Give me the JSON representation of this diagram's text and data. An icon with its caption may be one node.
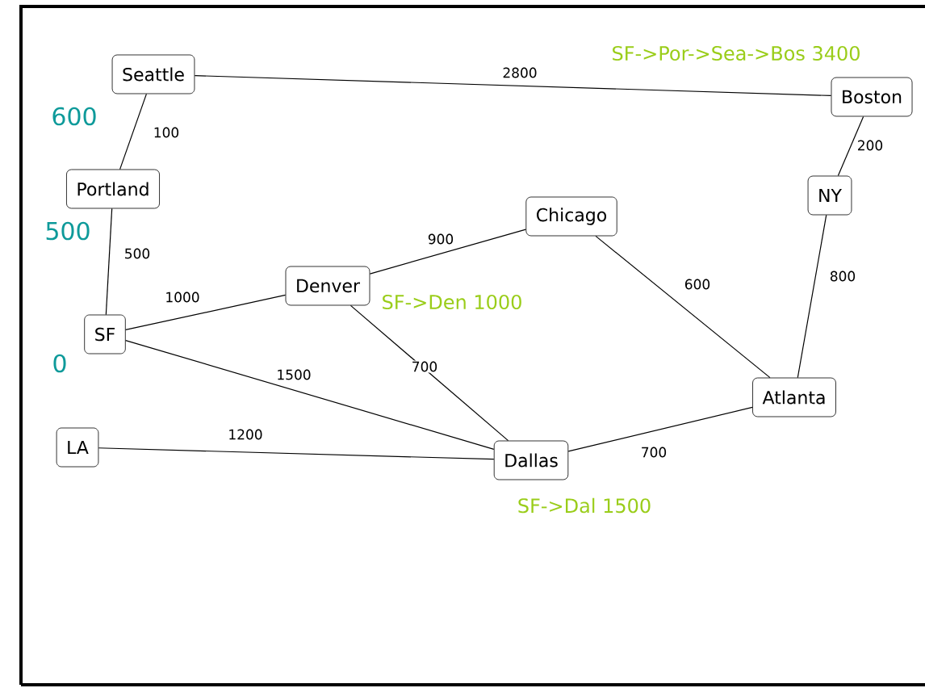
{
  "diagram": {
    "nodes": [
      {
        "text": [
          "Seattle"
        ],
        "beside": [
          "600"
        ]
      },
      {
        "text": [
          "Boston"
        ],
        "beside": [
          "SF->Por->Sea->Bos 3400"
        ]
      },
      {
        "text": [
          "Portland"
        ],
        "beside": [
          "500"
        ]
      },
      {
        "text": [
          "NY"
        ]
      },
      {
        "text": [
          "Chicago"
        ]
      },
      {
        "text": [
          "Denver"
        ],
        "beside": [
          "SF->Den 1000"
        ]
      },
      {
        "text": [
          "SF"
        ],
        "beside": [
          "0"
        ]
      },
      {
        "text": [
          "Atlanta"
        ]
      },
      {
        "text": [
          "LA"
        ]
      },
      {
        "text": [
          "Dallas"
        ],
        "beside": [
          "SF->Dal 1500"
        ]
      }
    ],
    "edges": [
      {
        "from": 0,
        "to": 1,
        "arrow": "none",
        "label": "2800"
      },
      {
        "from": 0,
        "to": 2,
        "arrow": "none",
        "label": "100"
      },
      {
        "from": 2,
        "to": 6,
        "arrow": "none",
        "label": "500"
      },
      {
        "from": 6,
        "to": 5,
        "arrow": "none",
        "label": "1000"
      },
      {
        "from": 5,
        "to": 4,
        "arrow": "none",
        "label": "900"
      },
      {
        "from": 6,
        "to": 9,
        "arrow": "none",
        "label": "1500"
      },
      {
        "from": 5,
        "to": 9,
        "arrow": "none",
        "label": "700"
      },
      {
        "from": 8,
        "to": 9,
        "arrow": "none",
        "label": "1200"
      },
      {
        "from": 4,
        "to": 7,
        "arrow": "none",
        "label": "600"
      },
      {
        "from": 9,
        "to": 7,
        "arrow": "none",
        "label": "700"
      },
      {
        "from": 1,
        "to": 3,
        "arrow": "none",
        "label": "200"
      },
      {
        "from": 3,
        "to": 7,
        "arrow": "none",
        "label": "800"
      }
    ]
  }
}
